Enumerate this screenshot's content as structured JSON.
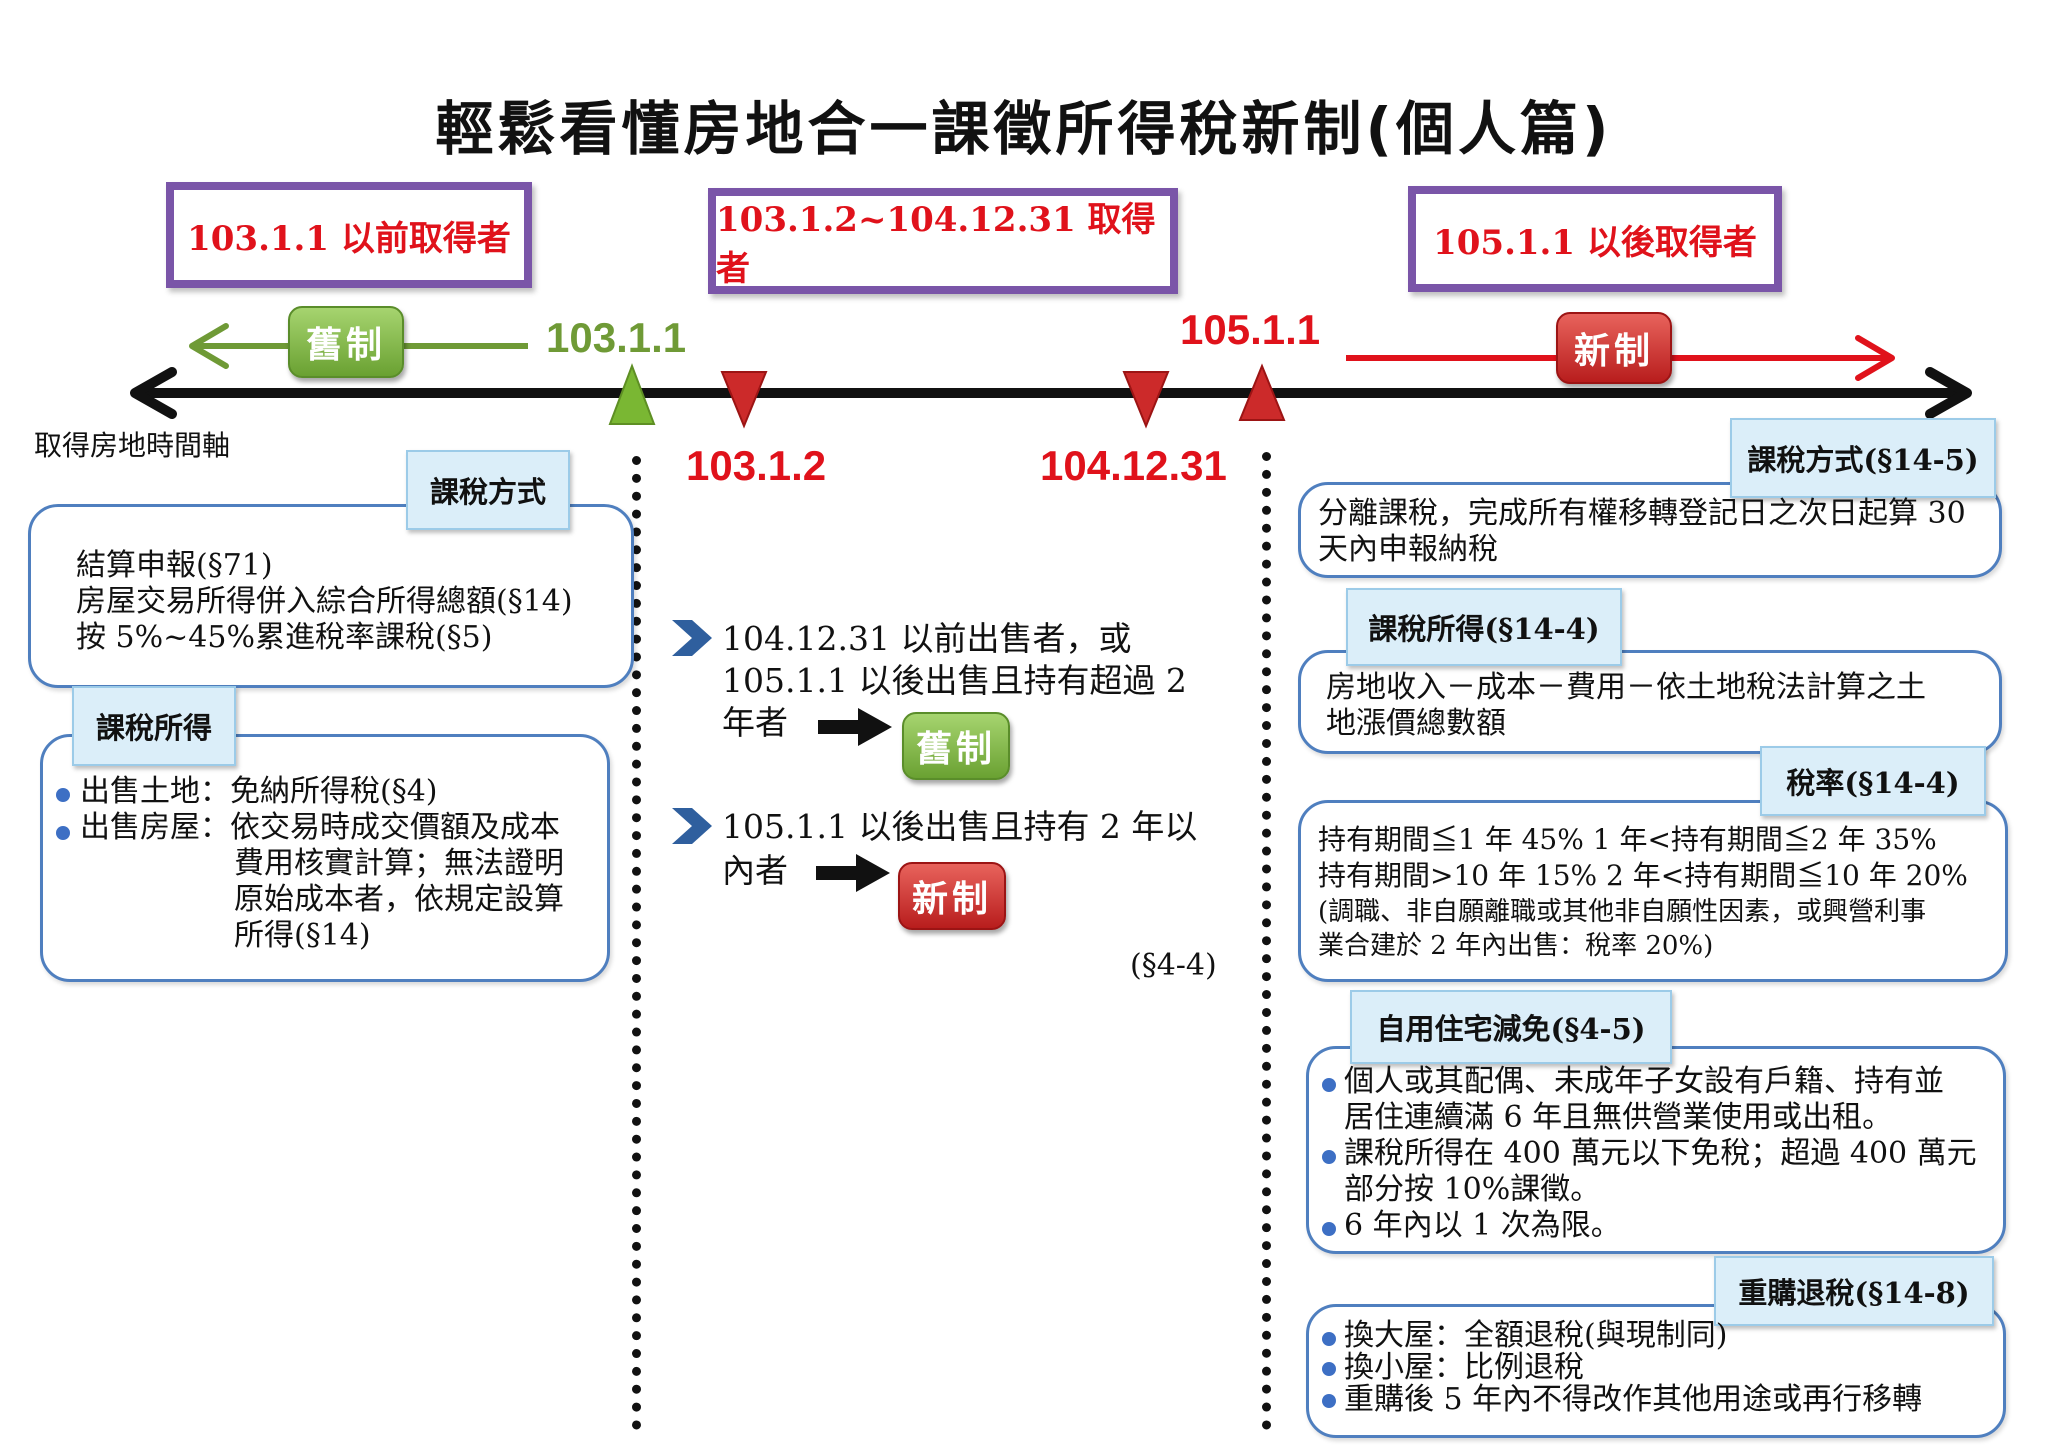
{
  "title": "輕鬆看懂房地合一課徵所得稅新制(個人篇)",
  "periods": [
    {
      "label": "103.1.1 以前取得者"
    },
    {
      "label": "103.1.2~104.12.31 取得者"
    },
    {
      "label": "105.1.1 以後取得者"
    }
  ],
  "timeline": {
    "axis_label": "取得房地時間軸",
    "old_system": "舊制",
    "new_system": "新制",
    "dates": {
      "d1": "103.1.1",
      "d2": "105.1.1",
      "d3": "103.1.2",
      "d4": "104.12.31"
    },
    "colors": {
      "old": "#6f9a36",
      "new": "#e0121b",
      "axis": "#111111"
    }
  },
  "left": {
    "tax_method": {
      "tag": "課稅方式",
      "lines": [
        "結算申報(§71)",
        "房屋交易所得併入綜合所得總額(§14)",
        "按 5%~45%累進稅率課稅(§5)"
      ]
    },
    "taxable_income": {
      "tag": "課稅所得",
      "land": "出售土地：免納所得稅(§4)",
      "house_lines": [
        "出售房屋：依交易時成交價額及成本",
        "費用核實計算；無法證明",
        "原始成本者，依規定設算",
        "所得(§14)"
      ]
    }
  },
  "middle": {
    "rule1_lines": [
      "104.12.31 以前出售者，或",
      "105.1.1 以後出售且持有超過 2",
      "年者"
    ],
    "rule1_result": "舊制",
    "rule2_lines": [
      "105.1.1 以後出售且持有 2 年以",
      "內者"
    ],
    "rule2_result": "新制",
    "ref": "(§4-4)"
  },
  "right": {
    "tax_method": {
      "tag": "課稅方式(§14-5)",
      "lines": [
        "分離課稅，完成所有權移轉登記日之次日起算 30",
        "天內申報納稅"
      ]
    },
    "taxable_income": {
      "tag": "課稅所得(§14-4)",
      "lines": [
        "房地收入－成本－費用－依土地稅法計算之土",
        "地漲價總數額"
      ]
    },
    "tax_rate": {
      "tag": "稅率(§14-4)",
      "lines": [
        "持有期間≦1 年  45%   1 年<持有期間≦2 年   35%",
        "持有期間>10 年  15%   2 年<持有期間≦10 年  20%",
        "(調職、非自願離職或其他非自願性因素，或興營利事",
        " 業合建於 2 年內出售：稅率 20%)"
      ]
    },
    "self_use": {
      "tag": "自用住宅減免(§4-5)",
      "items": [
        [
          "個人或其配偶、未成年子女設有戶籍、持有並",
          "居住連續滿 6 年且無供營業使用或出租。"
        ],
        [
          "課稅所得在 400 萬元以下免稅；超過 400 萬元",
          "部分按 10%課徵。"
        ],
        [
          "6 年內以 1 次為限。"
        ]
      ]
    },
    "rebuy": {
      "tag": "重購退稅(§14-8)",
      "items": [
        "換大屋：全額退稅(與現制同)",
        "換小屋：比例退稅",
        "重購後 5 年內不得改作其他用途或再行移轉"
      ]
    }
  }
}
